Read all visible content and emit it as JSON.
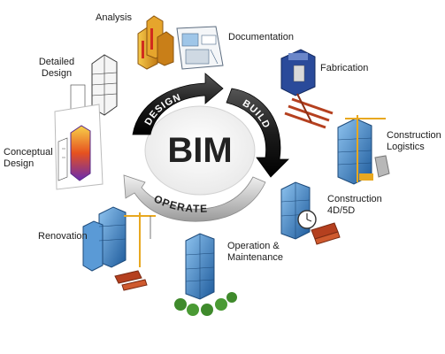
{
  "diagram": {
    "center_label": "BIM",
    "arc_labels": {
      "design": "DESIGN",
      "build": "BUILD",
      "operate": "OPERATE"
    },
    "stages": {
      "analysis": "Analysis",
      "documentation": "Documentation",
      "detailed_design": "Detailed Design",
      "fabrication": "Fabrication",
      "construction_logistics": "Construction Logistics",
      "conceptual_design": "Conceptual Design",
      "construction_4d5d": "Construction 4D/5D",
      "renovation": "Renovation",
      "operation_maintenance": "Operation & Maintenance"
    }
  },
  "colors": {
    "arc_dark": "#1c1c1c",
    "arc_light": "#c8c8c8",
    "building_blue": "#3b78c0",
    "crane_yellow": "#e8a820",
    "brick_red": "#b5401f"
  }
}
